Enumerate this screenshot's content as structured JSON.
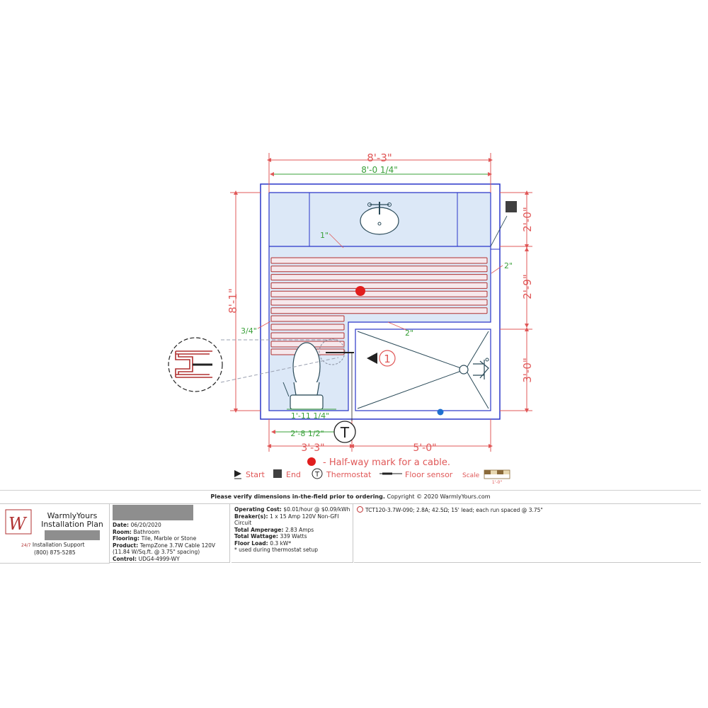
{
  "plan": {
    "dims": {
      "top_outer": "8'-3\"",
      "top_inner": "8'-0 1/4\"",
      "left_outer": "8'-1\"",
      "right_top": "2'-0\"",
      "right_mid": "2'-9\"",
      "right_bottom": "3'-0\"",
      "bottom_left": "3'-3\"",
      "bottom_right": "5'-0\"",
      "toilet_inner_width": "1'-11 1/4\"",
      "toilet_outer_width": "2'-8 1/2\""
    },
    "spacing_labels": {
      "top": "1\"",
      "right": "2\"",
      "middle": "2\"",
      "left": "3/4\""
    },
    "start_number": "1",
    "thermostat_symbol": "T",
    "halfway_note": "- Half-way mark for a cable.",
    "legend": {
      "start": "Start",
      "end": "End",
      "thermostat": "Thermostat",
      "thermostat_symbol": "T",
      "floor_sensor": "Floor sensor",
      "scale": "Scale",
      "scale_value": "1'-0\""
    },
    "colors": {
      "dim_red": "#e05858",
      "dim_green": "#3aa03a",
      "wall_blue": "#2a36c8",
      "area_fill": "#dce8f7",
      "cable": "#b03030",
      "halfway_dot": "#e11d1d",
      "sensor_dot": "#1e6fd0"
    }
  },
  "info": {
    "verify_bold": "Please verify dimensions in-the-field prior to ordering.",
    "copyright": "Copyright © 2020 WarmlyYours.com",
    "brand_line1": "WarmlyYours",
    "brand_line2": "Installation Plan",
    "support_badge": "24/7",
    "support_label": "Installation Support",
    "support_phone": "(800) 875-5285",
    "details": [
      {
        "label": "Date:",
        "value": "06/20/2020"
      },
      {
        "label": "Room:",
        "value": "Bathroom"
      },
      {
        "label": "Flooring:",
        "value": "Tile, Marble or Stone"
      },
      {
        "label": "Product:",
        "value": "TempZone 3.7W Cable 120V (11.84 W/Sq.ft. @ 3.75\" spacing)"
      },
      {
        "label": "Control:",
        "value": "UDG4-4999-WY"
      }
    ],
    "electrical": [
      {
        "label": "Operating Cost:",
        "value": "$0.01/hour @ $0.09/kWh"
      },
      {
        "label": "Breaker(s):",
        "value": "1 x 15 Amp 120V Non-GFI Circuit"
      },
      {
        "label": "Total Amperage:",
        "value": "2.83 Amps"
      },
      {
        "label": "Total Wattage:",
        "value": "339 Watts"
      },
      {
        "label": "Floor Load:",
        "value": "0.3 kW*"
      }
    ],
    "electrical_note": "* used during thermostat setup",
    "cable_spec": "TCT120-3.7W-090; 2.8A; 42.5Ω; 15' lead; each run spaced @ 3.75\""
  }
}
